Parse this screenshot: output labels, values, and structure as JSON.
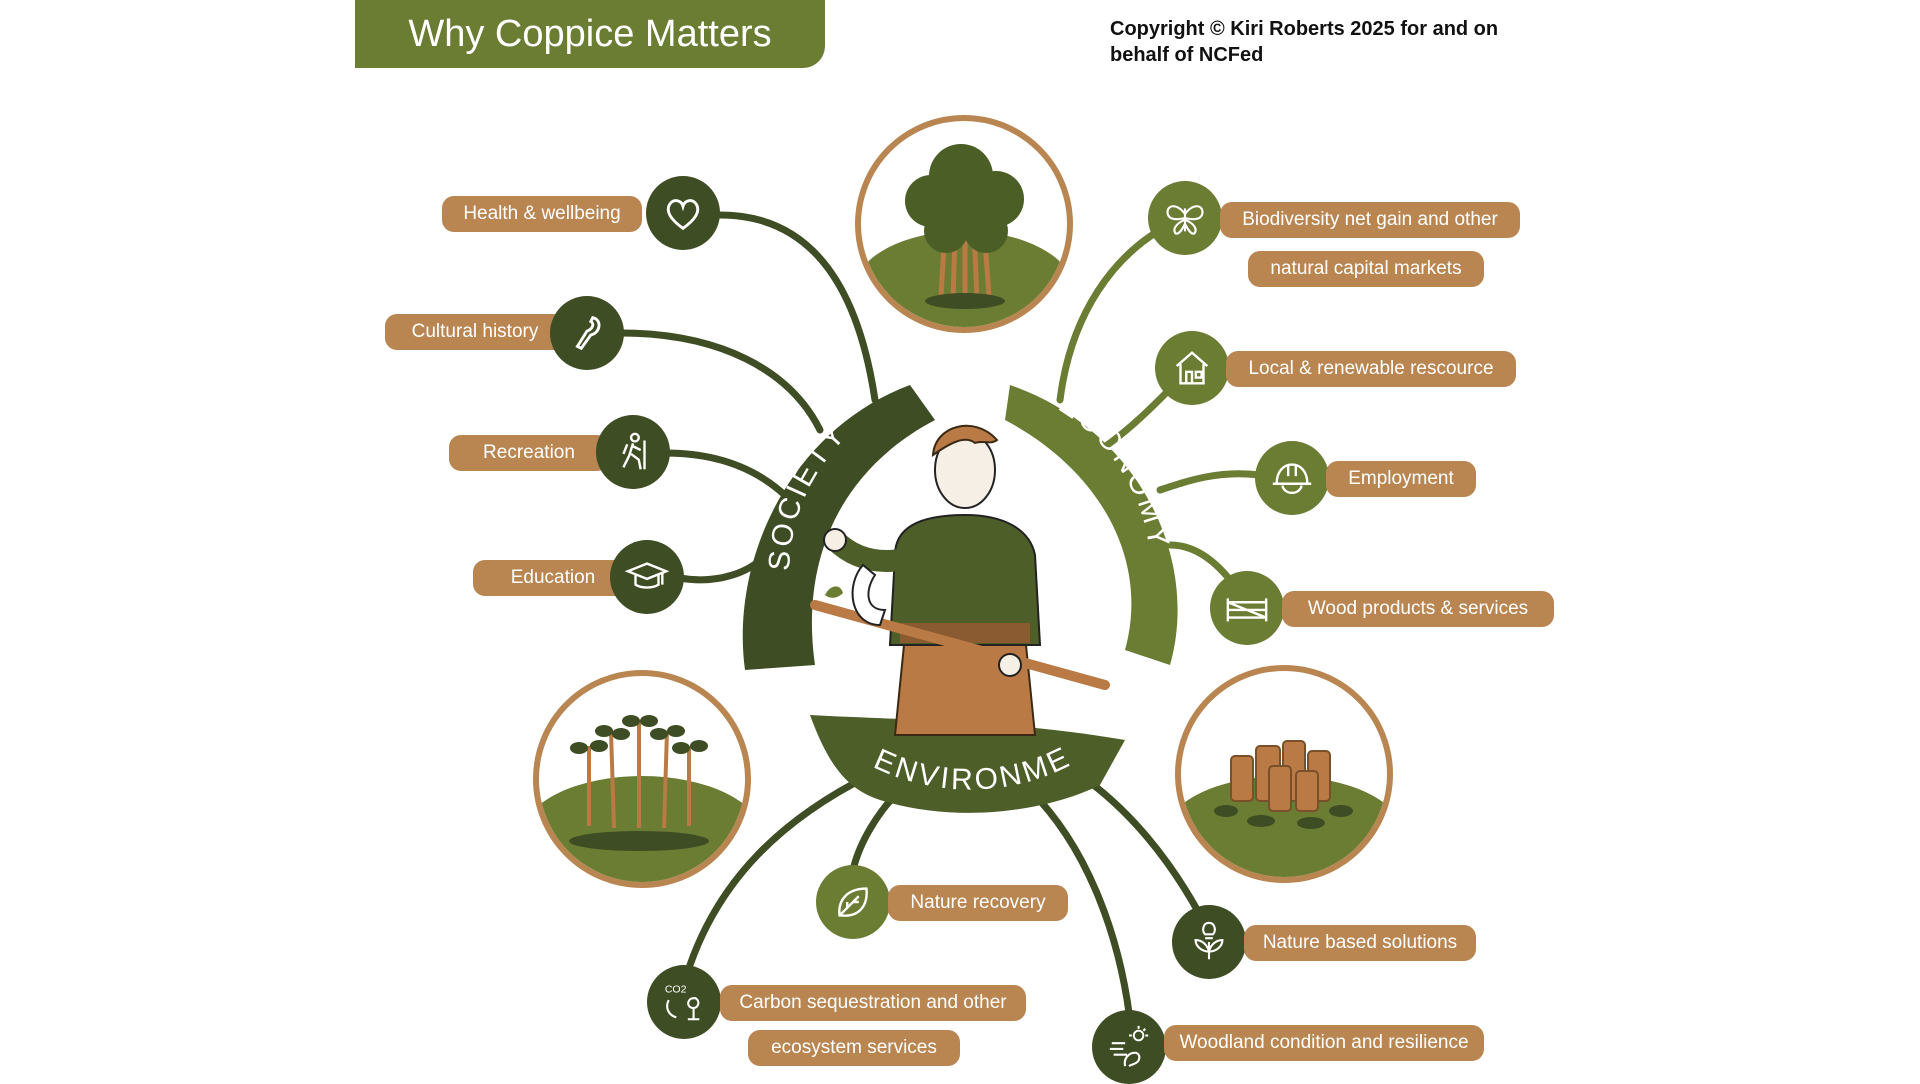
{
  "title": "Why Coppice Matters",
  "copyright": "Copyright © Kiri Roberts 2025 for and on behalf of NCFed",
  "colors": {
    "dark_green": "#3f4d24",
    "olive_green": "#6b7c33",
    "tan": "#b98551",
    "skin": "#f5efe6",
    "hair": "#b97a45"
  },
  "arcs": {
    "society": "SOCIETY",
    "economy": "ECONOMY",
    "environment": "ENVIRONMENT"
  },
  "society": {
    "health": "Health & wellbeing",
    "cultural": "Cultural history",
    "recreation": "Recreation",
    "education": "Education"
  },
  "economy": {
    "biodiversity_1": "Biodiversity net gain and other",
    "biodiversity_2": "natural capital markets",
    "local": "Local & renewable rescource",
    "employment": "Employment",
    "wood": "Wood products & services"
  },
  "environment": {
    "nature_recovery": "Nature recovery",
    "nature_based": "Nature based solutions",
    "carbon_1": "Carbon sequestration and other",
    "carbon_2": "ecosystem services",
    "woodland": "Woodland condition and resilience",
    "co2_label": "CO2"
  },
  "icons": {
    "health": "heart-icon",
    "cultural": "billhook-icon",
    "recreation": "hiker-icon",
    "education": "graduation-cap-icon",
    "biodiversity": "butterfly-icon",
    "local": "house-icon",
    "employment": "hard-hat-icon",
    "wood": "gate-icon",
    "nature_recovery": "leaf-icon",
    "nature_based": "lightbulb-plant-icon",
    "carbon": "co2-tree-icon",
    "woodland": "wind-sun-icon"
  }
}
